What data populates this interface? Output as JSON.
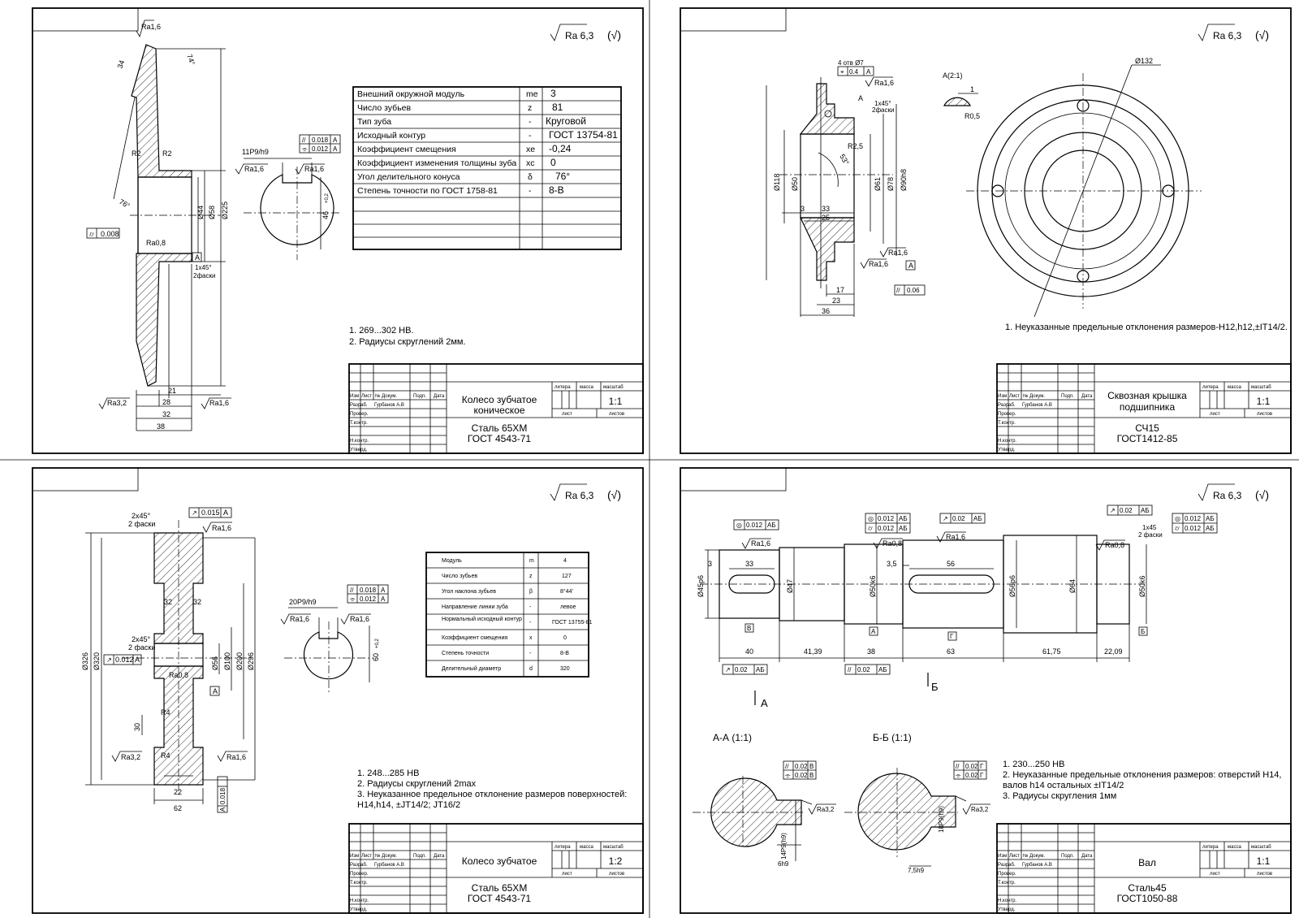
{
  "roughness_general": "Ra 6,3",
  "roughness_other": "(√)",
  "sheets": {
    "bevel_gear": {
      "dims": {
        "ra16_top": "Ra1,6",
        "d34": "34",
        "a74": "74°",
        "r2a": "R2",
        "r2b": "R2",
        "a76": "76°",
        "d44": "Ø44",
        "d58": "Ø58",
        "d225": "Ø225",
        "tol008": "0.008",
        "ra08": "Ra0,8",
        "datum_a": "A",
        "chamfer": "1x45°",
        "chamfer2": "2фаски",
        "d21": "21",
        "d28": "28",
        "d32": "32",
        "d38": "38",
        "ra32": "Ra3,2",
        "ra16_right": "Ra1,6",
        "key": "11P9/h9",
        "ra16_l": "Ra1,6",
        "ra16_r": "Ra1,6",
        "par018": "0.018",
        "sym012": "0.012",
        "ref_a1": "A",
        "ref_a2": "A",
        "d46": "46",
        "tol02": "+0,2"
      },
      "params": [
        {
          "name": "Внешний окружной модуль",
          "sym": "me",
          "val": "3"
        },
        {
          "name": "Число зубьев",
          "sym": "z",
          "val": "81"
        },
        {
          "name": "Тип зуба",
          "sym": "-",
          "val": "Круговой"
        },
        {
          "name": "Исходный контур",
          "sym": "-",
          "val": "ГОСТ 13754-81"
        },
        {
          "name": "Коэффициент смещения",
          "sym": "xe",
          "val": "-0,24"
        },
        {
          "name": "Коэффициент изменения толщины зуба",
          "sym": "xc",
          "val": "0"
        },
        {
          "name": "Угол делительного конуса",
          "sym": "δ",
          "val": "76°"
        },
        {
          "name": "Степень точности по ГОСТ 1758-81",
          "sym": "-",
          "val": "8-В"
        }
      ],
      "notes": [
        "1. 269...302 HB.",
        "2. Радиусы скруглений 2мм."
      ],
      "title": [
        "Колесо зубчатое",
        "коническое"
      ],
      "material": [
        "Сталь 65ХМ",
        "ГОСТ 4543-71"
      ],
      "scale": "1:1"
    },
    "cover": {
      "dims": {
        "holes": "4 отв Ø7",
        "pos04": "0.4",
        "pos_ref": "A",
        "ra16_a": "Ra1,6",
        "chamfer": "1x45°",
        "chamfer2": "2фаски",
        "ref_a": "A",
        "r25": "R2,5",
        "a53": "53°",
        "d118": "Ø118",
        "d50": "Ø50",
        "d61": "Ø61",
        "d78": "Ø78",
        "d90": "Ø90h8",
        "d3": "3",
        "d33": "33",
        "d25": "25",
        "ra16_b": "Ra1,6",
        "ra16_c": "Ra1,6",
        "datum_a": "A",
        "par006": "0.06",
        "d17": "17",
        "d23": "23",
        "d36": "36",
        "view_a": "А(2:1)",
        "d1": "1",
        "r05": "R0,5",
        "d132": "Ø132"
      },
      "notes": [
        "1. Неуказанные предельные отклонения размеров-H12,h12,±IT14/2."
      ],
      "title": [
        "Сквозная крышка",
        "подшипника"
      ],
      "material": [
        "СЧ15",
        "ГОСТ1412-85"
      ],
      "scale": "1:1"
    },
    "spur_gear": {
      "dims": {
        "chamfer_top": "2x45°",
        "chamfer_top2": "2 фаски",
        "run015": "0.015",
        "run_ref": "A",
        "ra16_top": "Ra1,6",
        "d32a": "32",
        "d32b": "32",
        "chamfer_mid": "2x45°",
        "chamfer_mid2": "2 фаски",
        "run012": "0.012",
        "run012_ref": "A",
        "ra08": "Ra0,8",
        "datum_a": "A",
        "r4a": "R4",
        "r4b": "R4",
        "d30": "30",
        "d326": "Ø326",
        "d320": "Ø320",
        "d56": "Ø56",
        "d100": "Ø100",
        "d200": "Ø200",
        "d296": "Ø296",
        "ra32": "Ra3,2",
        "ra16_b": "Ra1,6",
        "d22": "22",
        "d62": "62",
        "par018": "0.018",
        "par_ref": "A",
        "key": "20P9/h9",
        "ra16_l": "Ra1,6",
        "ra16_r": "Ra1,6",
        "kpar018": "0.018",
        "ksym012": "0.012",
        "kref1": "A",
        "kref2": "A",
        "d60": "60",
        "tol02": "+0,2"
      },
      "params": [
        {
          "name": "Модуль",
          "sym": "m",
          "val": "4"
        },
        {
          "name": "Число зубьев",
          "sym": "z",
          "val": "127"
        },
        {
          "name": "Угол наклона зубьев",
          "sym": "β",
          "val": "8°44'"
        },
        {
          "name": "Направление линии зуба",
          "sym": "-",
          "val": "левое"
        },
        {
          "name": "Нормальный исходный контур",
          "sym": "-",
          "val": "ГОСТ 13755-81"
        },
        {
          "name": "Коэффициент смещения",
          "sym": "x",
          "val": "0"
        },
        {
          "name": "Степень точности",
          "sym": "-",
          "val": "8-В"
        },
        {
          "name": "Делительный диаметр",
          "sym": "d",
          "val": "320"
        }
      ],
      "notes": [
        "1. 248...285 HB",
        "2. Радиусы скруглений 2max",
        "3. Неуказанное предельное отклонение  размеров поверхностей:",
        "H14,h14, ±JT14/2; JT16/2"
      ],
      "title": [
        "Колесо зубчатое"
      ],
      "material": [
        "Сталь 65ХМ",
        "ГОСТ 4543-71"
      ],
      "scale": "1:2"
    },
    "shaft": {
      "dims": {
        "f1": "0.012",
        "f1r": "АБ",
        "f2": "0.012",
        "f2r": "АБ",
        "f3": "0.012",
        "f3r": "АБ",
        "f4": "0.02",
        "f4r": "АБ",
        "f5": "0.02",
        "f5r": "АБ",
        "f6": "0.012",
        "f6r": "АБ",
        "f7": "0.012",
        "f7r": "АБ",
        "ra16a": "Ra1,6",
        "ra08a": "Ra0,8",
        "ra16b": "Ra1,6",
        "ra08b": "Ra0,8",
        "ch": "1x45",
        "ch2": "2 фаски",
        "d33": "33",
        "d35": "3,5",
        "d56": "56",
        "d3": "3",
        "d45": "Ø45p6",
        "d47": "Ø47",
        "d50a": "Ø50k6",
        "d56p": "Ø56p6",
        "d64": "Ø64",
        "d50b": "Ø50k6",
        "rv": "В",
        "ra": "А",
        "rg": "Г",
        "rb": "Б",
        "l40": "40",
        "l4139": "41,39",
        "l38": "38",
        "l63": "63",
        "l6175": "61,75",
        "l2209": "22,09",
        "r1": "0.02",
        "r1r": "АБ",
        "r2": "0.02",
        "r2r": "АБ",
        "cut_a": "А",
        "cut_b": "Б",
        "sec_a": "А-А   (1:1)",
        "sec_b": "Б-Б   (1:1)",
        "sa1": "0.02",
        "sa1r": "В",
        "sa2": "0.02",
        "sa2r": "В",
        "sa_ra": "Ra3,2",
        "sa_h": "14P9(h9)",
        "sa_w": "6h9",
        "sb1": "0.02",
        "sb1r": "Г",
        "sb2": "0.02",
        "sb2r": "Г",
        "sb_ra": "Ra3,2",
        "sb_h": "18P9(h9)",
        "sb_w": "7,5h9"
      },
      "notes": [
        "1. 230...250 HB",
        "2. Неуказанные предельные отклонения размеров: отверстий H14,",
        "валов h14 остальных ±IT14/2",
        "3. Радиусы скругления 1мм"
      ],
      "title": [
        "Вал"
      ],
      "material": [
        "Сталь45",
        "ГОСТ1050-88"
      ],
      "scale": "1:1"
    }
  },
  "stamp": {
    "cols": [
      "Изм",
      "Лист",
      "№ Докум.",
      "Подп.",
      "Дата"
    ],
    "rows": [
      "Разраб.",
      "Провер.",
      "Т.контр.",
      "Н.контр.",
      "Утверд."
    ],
    "author": "Гурбанов А.В",
    "litera": "литера",
    "mass": "масса",
    "scale_h": "масштаб",
    "list": "лист",
    "lists": "листов"
  }
}
